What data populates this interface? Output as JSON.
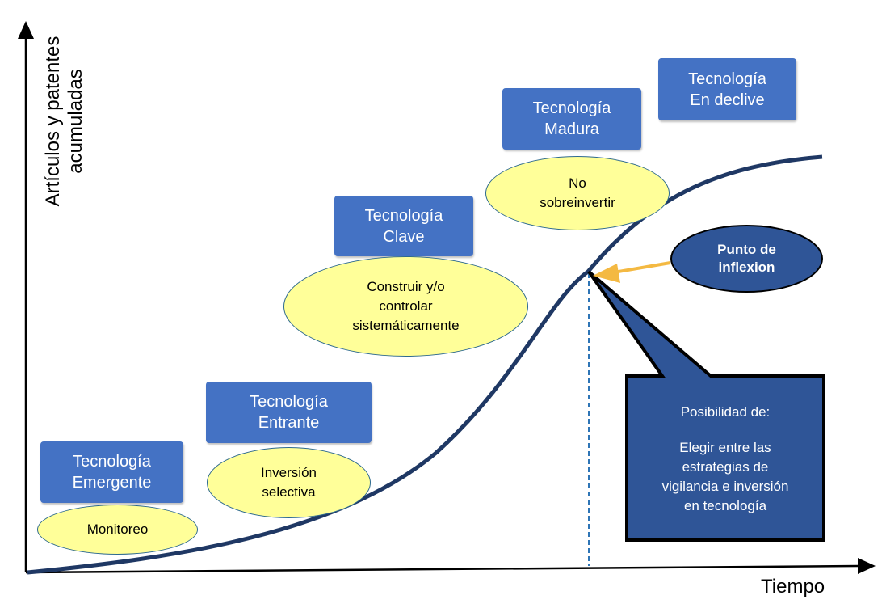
{
  "axes": {
    "y_label_line1": "Artículos y patentes",
    "y_label_line2": "acumuladas",
    "x_label": "Tiempo"
  },
  "stages": [
    {
      "line1": "Tecnología",
      "line2": "Emergente",
      "action": [
        "Monitoreo"
      ]
    },
    {
      "line1": "Tecnología",
      "line2": "Entrante",
      "action": [
        "Inversión",
        "selectiva"
      ]
    },
    {
      "line1": "Tecnología",
      "line2": "Clave",
      "action": [
        "Construir y/o",
        "controlar",
        "sistemáticamente"
      ]
    },
    {
      "line1": "Tecnología",
      "line2": "Madura",
      "action": [
        "No",
        "sobreinvertir"
      ]
    },
    {
      "line1": "Tecnología",
      "line2": "En declive"
    }
  ],
  "inflection": {
    "line1": "Punto de",
    "line2": "inflexion"
  },
  "callout": {
    "line1": "Posibilidad de:",
    "body": [
      "Elegir entre las",
      "estrategias de",
      "vigilancia e inversión",
      "en tecnología"
    ]
  },
  "colors": {
    "stage_box": "#4472c4",
    "oval_fill": "#ffff99",
    "curve": "#1f3864",
    "inflection_fill": "#2f5597",
    "arrow": "#f4b942",
    "dashed_line": "#2e75b6"
  }
}
